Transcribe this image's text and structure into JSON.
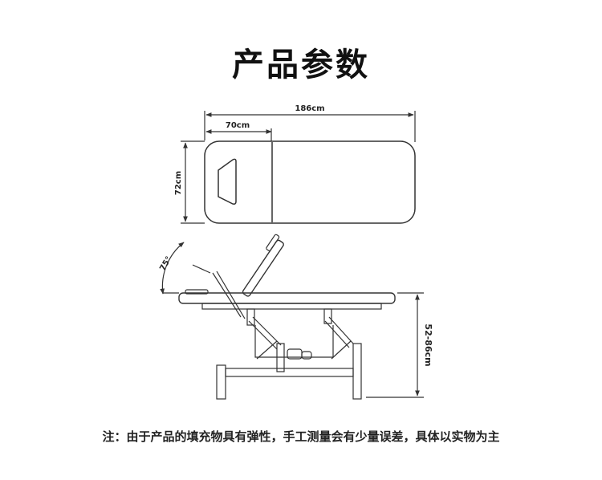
{
  "title": "产品参数",
  "top_view": {
    "length_label": "186cm",
    "head_section_label": "70cm",
    "width_label": "72cm"
  },
  "side_view": {
    "backrest_angle_label": "75°",
    "height_range_label": "52-86cm"
  },
  "note": "注：由于产品的填充物具有弹性，手工测量会有少量误差，具体以实物为主"
}
